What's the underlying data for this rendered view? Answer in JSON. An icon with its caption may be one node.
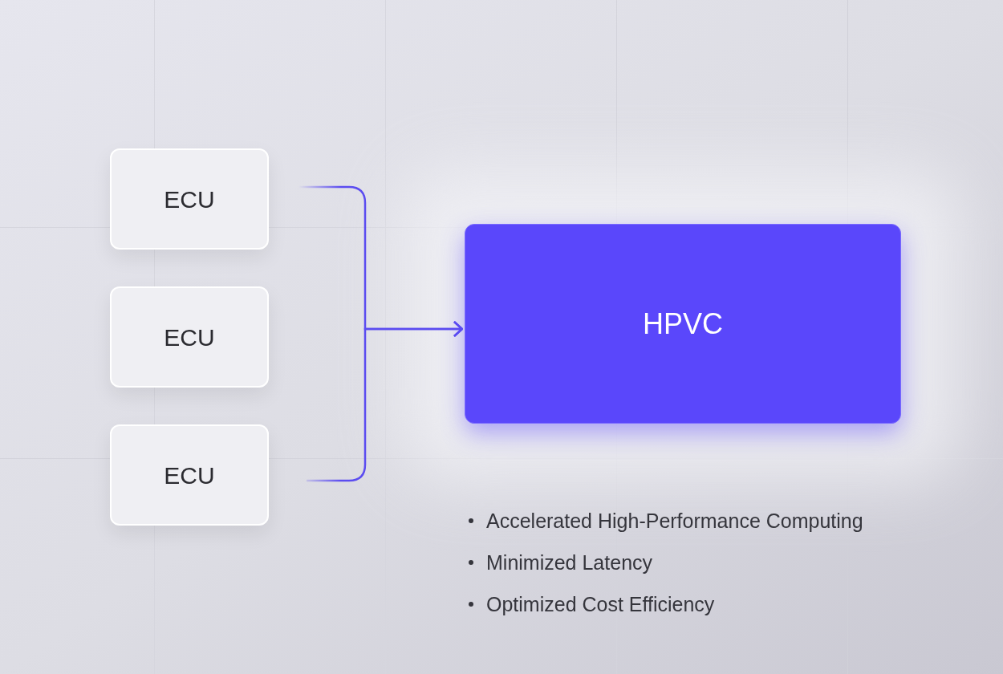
{
  "diagram": {
    "nodes": [
      {
        "text": [
          "ECU"
        ]
      },
      {
        "text": [
          "ECU"
        ]
      },
      {
        "text": [
          "ECU"
        ]
      },
      {
        "text": [
          "HPVC"
        ]
      }
    ],
    "edges": [
      {
        "from": 0,
        "to": 3,
        "arrow": "to"
      },
      {
        "from": 2,
        "to": 3,
        "arrow": "to"
      }
    ],
    "labels": [
      "Accelerated High-Performance Computing",
      "Minimized Latency",
      "Optimized Cost Efficiency"
    ]
  }
}
